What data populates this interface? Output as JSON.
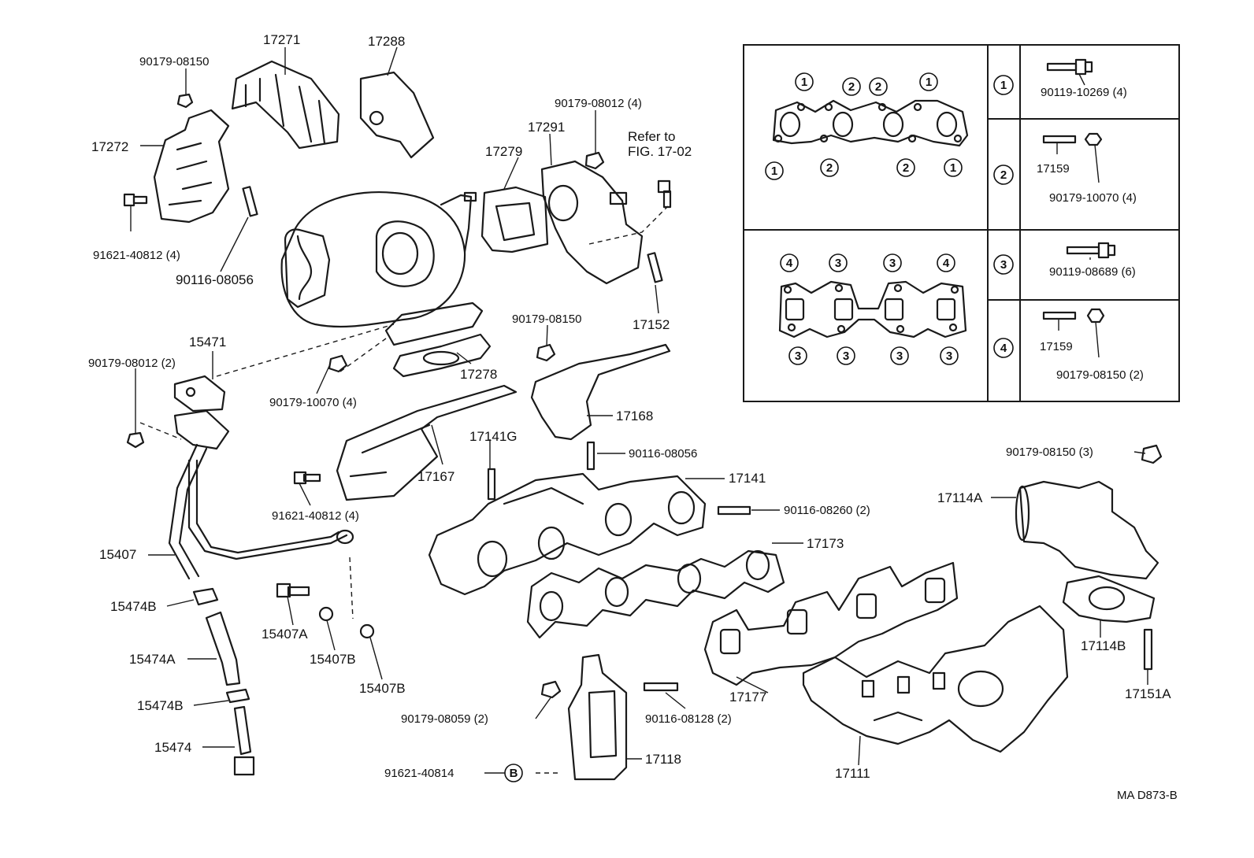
{
  "diagram_code": "MA D873-B",
  "refer_note": [
    "Refer to",
    "FIG. 17-02"
  ],
  "callouts": {
    "c17271": "17271",
    "c17288": "17288",
    "c90179_08150_a": "90179-08150",
    "c17272": "17272",
    "c91621_40812_a": "91621-40812 (4)",
    "c90116_08056_a": "90116-08056",
    "c90179_08012_4": "90179-08012 (4)",
    "c17291": "17291",
    "c17279": "17279",
    "c17152": "17152",
    "c90179_08150_b": "90179-08150",
    "c17278": "17278",
    "c15471": "15471",
    "c90179_08012_2": "90179-08012 (2)",
    "c90179_10070_4": "90179-10070 (4)",
    "c17168": "17168",
    "c17141G": "17141G",
    "c90116_08056_b": "90116-08056",
    "c17167": "17167",
    "c91621_40812_b": "91621-40812 (4)",
    "c17141": "17141",
    "c90116_08260_2": "90116-08260 (2)",
    "c17173": "17173",
    "c90179_08150_3": "90179-08150 (3)",
    "c17114A": "17114A",
    "c17114B": "17114B",
    "c17151A": "17151A",
    "c15407": "15407",
    "c15474B_a": "15474B",
    "c15474A": "15474A",
    "c15474B_b": "15474B",
    "c15474": "15474",
    "c15407A": "15407A",
    "c15407B_a": "15407B",
    "c15407B_b": "15407B",
    "c90179_08059_2": "90179-08059 (2)",
    "c90116_08128_2": "90116-08128 (2)",
    "c17177": "17177",
    "c17111": "17111",
    "c17118": "17118",
    "c91621_40814": "91621-40814",
    "c_B": "B"
  },
  "legend_table": {
    "upper_gasket_markers_top": [
      "1",
      "2",
      "2",
      "1"
    ],
    "upper_gasket_markers_bottom": [
      "1",
      "2",
      "2",
      "1"
    ],
    "lower_gasket_markers_top": [
      "4",
      "3",
      "3",
      "4"
    ],
    "lower_gasket_markers_bottom": [
      "3",
      "3",
      "3",
      "3"
    ],
    "rows": [
      {
        "marker": "1",
        "parts": [
          "90119-10269 (4)"
        ]
      },
      {
        "marker": "2",
        "parts": [
          "17159",
          "90179-10070 (4)"
        ]
      },
      {
        "marker": "3",
        "parts": [
          "90119-08689 (6)"
        ]
      },
      {
        "marker": "4",
        "parts": [
          "17159",
          "90179-08150 (2)"
        ]
      }
    ]
  }
}
